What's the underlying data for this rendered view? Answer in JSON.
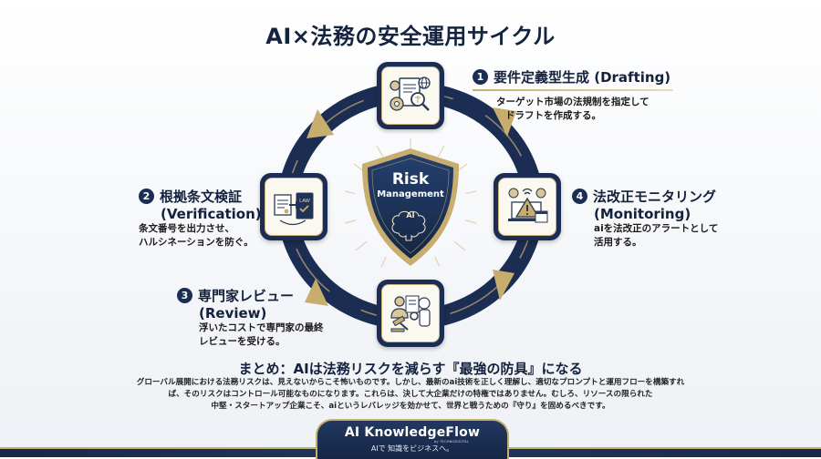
{
  "title": "AI×法務の安全運用サイクル",
  "center": {
    "line1": "Risk",
    "line2": "Management",
    "badge": "AI",
    "icon": "shield-brain-icon"
  },
  "steps": [
    {
      "number": "1",
      "title": "要件定義型生成 (Drafting)",
      "subtitle": "",
      "description_lines": [
        "ターゲット市場の法規制を指定して",
        "ドラフトを作成する。"
      ],
      "icon": "document-gears-magnifier-icon"
    },
    {
      "number": "2",
      "title": "根拠条文検証",
      "subtitle": "(Verification)",
      "description_lines": [
        "条文番号を出力させ、",
        "ハルシネーションを防ぐ。"
      ],
      "icon": "document-to-law-book-icon",
      "icon_label": "LAW"
    },
    {
      "number": "3",
      "title": "専門家レビュー",
      "subtitle": "(Review)",
      "description_lines": [
        "浮いたコストで専門家の最終",
        "レビューを受ける。"
      ],
      "icon": "lawyer-gavel-robot-icon"
    },
    {
      "number": "4",
      "title": "法改正モニタリング",
      "subtitle": "(Monitoring)",
      "description_lines": [
        "aiを法改正のアラートとして",
        "活用する。"
      ],
      "icon": "laptop-alert-calendar-icon"
    }
  ],
  "summary": {
    "title": "まとめ：AIは法務リスクを減らす『最強の防具』になる",
    "lines": [
      "グローバル展開における法務リスクは、見えないからこそ怖いものです。しかし、最新のai技術を正しく理解し、適切なプロンプトと運用フローを構築すれ",
      "ば、そのリスクはコントロール可能なものになります。これらは、決して大企業だけの特権ではありません。むしろ、リソースの限られた",
      "中堅・スタートアップ企業こそ、aiというレバレッジを効かせて、世界と戦うための『守り』を固めるべきです。"
    ]
  },
  "footer": {
    "brand": "AI KnowledgeFlow",
    "byline": "by TECHNODIGITAL",
    "tagline": "AIで 知識をビジネスへ。"
  },
  "colors": {
    "navy": "#1b2d52",
    "gold": "#c7ad6e",
    "cream": "#fbf8ef",
    "background": "#f4f6f9"
  }
}
